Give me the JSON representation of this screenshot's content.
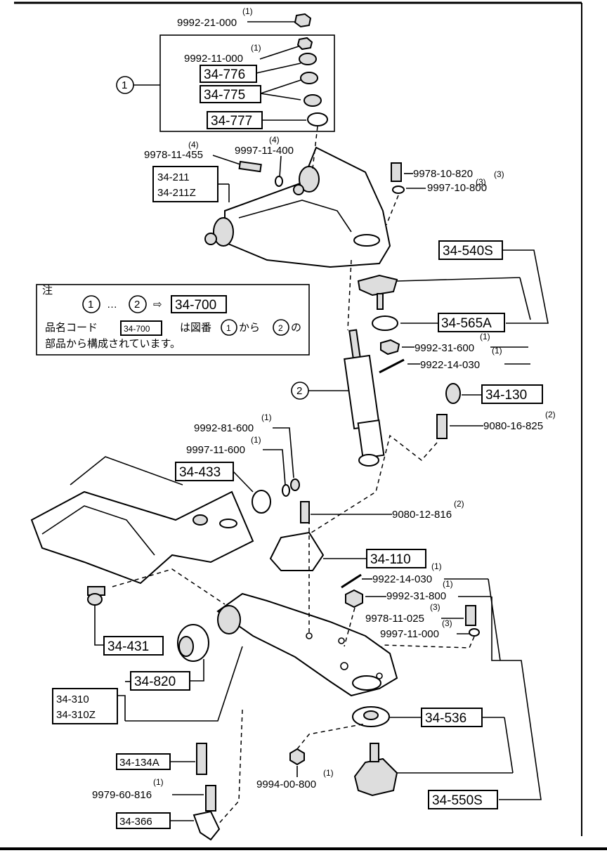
{
  "diagram": {
    "top_nut": {
      "qty": "(1)",
      "part": "9992-21-000"
    },
    "kit1": {
      "callout": "1",
      "items": [
        {
          "qty": "(1)",
          "part": "9992-11-000"
        },
        {
          "part": "34-776"
        },
        {
          "part": "34-775"
        },
        {
          "part": "34-777"
        }
      ]
    },
    "upper_arm": {
      "bolt": {
        "qty": "(4)",
        "part": "9978-11-455"
      },
      "washer": {
        "qty": "(4)",
        "part": "9997-11-400"
      },
      "arm_parts": [
        "34-211",
        "34-211Z"
      ],
      "bolt_r": {
        "qty": "(3)",
        "part": "9978-10-820"
      },
      "washer_r": {
        "qty": "(3)",
        "part": "9997-10-800"
      }
    },
    "note": {
      "heading": "注",
      "range_from": "1",
      "range_dots": "…",
      "range_to": "2",
      "arrow": "⇨",
      "assembly": "34-700",
      "line1_a": "品名コード",
      "line1_code": "34-700",
      "line1_b": "は図番",
      "line1_c": "から",
      "line1_d": "の",
      "line2": "部品から構成されています。"
    },
    "ball_joint_upper": {
      "part": "34-540S"
    },
    "dust_boot": {
      "part": "34-565A"
    },
    "castle_nut_u": {
      "qty": "(1)",
      "part": "9992-31-600"
    },
    "cotter_u": {
      "qty": "(1)",
      "part": "9922-14-030"
    },
    "shock": {
      "callout": "2"
    },
    "bump_stop": {
      "part": "34-130"
    },
    "bolt_825": {
      "qty": "(2)",
      "part": "9080-16-825"
    },
    "shock_lower_nut": {
      "qty": "(1)",
      "part": "9992-81-600"
    },
    "shock_lower_washer": {
      "qty": "(1)",
      "part": "9997-11-600"
    },
    "grommet": {
      "part": "34-433"
    },
    "bolt_816": {
      "qty": "(2)",
      "part": "9080-12-816"
    },
    "bracket": {
      "part": "34-110"
    },
    "cotter_l": {
      "qty": "(1)",
      "part": "9922-14-030"
    },
    "castle_nut_l": {
      "qty": "(1)",
      "part": "9992-31-800"
    },
    "bolt_025": {
      "qty": "(3)",
      "part": "9978-11-025"
    },
    "washer_000": {
      "qty": "(3)",
      "part": "9997-11-000"
    },
    "pivot_bolt": {
      "part": "34-431"
    },
    "bushing": {
      "part": "34-820"
    },
    "lower_arm": {
      "parts": [
        "34-310",
        "34-310Z"
      ]
    },
    "lower_boot": {
      "part": "34-536"
    },
    "lower_ball_joint": {
      "part": "34-550S"
    },
    "stabilizer_bolt": {
      "part": "34-134A"
    },
    "bolt_9979": {
      "qty": "(1)",
      "part": "9979-60-816"
    },
    "stabilizer_bracket": {
      "part": "34-366"
    },
    "nut_9994": {
      "qty": "(1)",
      "part": "9994-00-800"
    }
  }
}
